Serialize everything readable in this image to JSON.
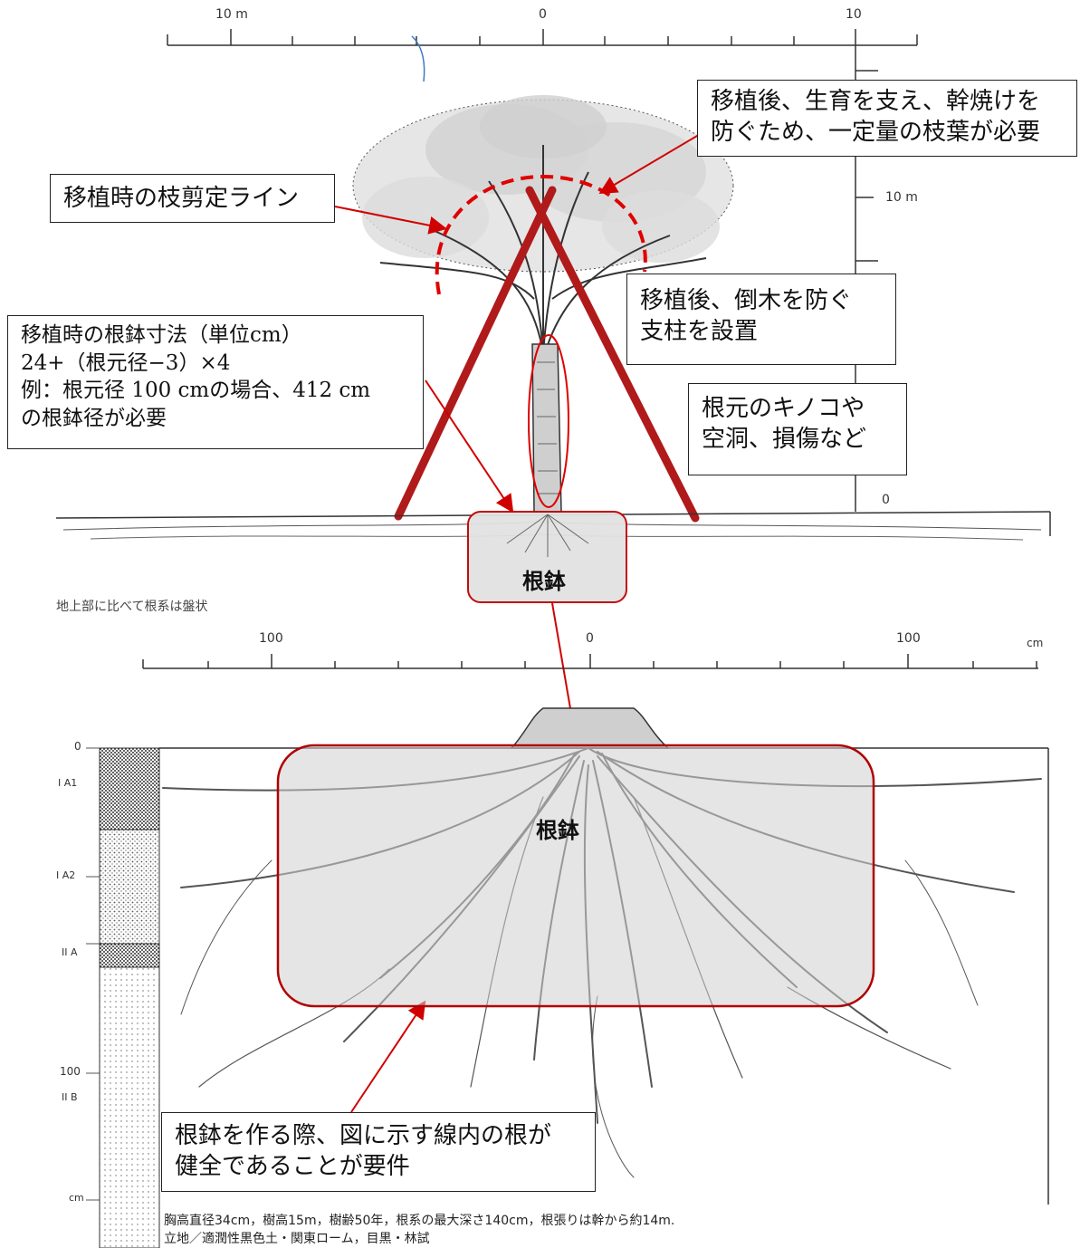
{
  "callouts": {
    "pruning_line": "移植時の枝剪定ライン",
    "foliage": [
      "移植後、生育を支え、幹焼けを",
      "防ぐため、一定量の枝葉が必要"
    ],
    "support": [
      "移植後、倒木を防ぐ",
      "支柱を設置"
    ],
    "rootball_size": [
      "移植時の根鉢寸法（単位cm）",
      "24+（根元径−3）×4",
      "例：根元径 100 cmの場合、412 cm",
      "の根鉢径が必要"
    ],
    "trunk_damage": [
      "根元のキノコや",
      "空洞、損傷など"
    ],
    "requirement": [
      "根鉢を作る際、図に示す線内の根が",
      "健全であることが要件"
    ]
  },
  "rootball_label_top": "根鉢",
  "rootball_label_bottom": "根鉢",
  "top_scale": {
    "left": "10 m",
    "center": "0",
    "right": "10"
  },
  "height_scale": {
    "mid": "10 m",
    "bottom": "0"
  },
  "caption_top": "地上部に比べて根系は盤状",
  "bottom_scale": {
    "left": "100",
    "center": "0",
    "right": "100",
    "unit": "cm"
  },
  "depth_scale": {
    "zero": "0",
    "hundred": "100",
    "unit": "cm"
  },
  "soil_layers": [
    "I A1",
    "I A2",
    "II A",
    "II B"
  ],
  "caption_bottom": [
    "胸高直径34cm，樹高15m，樹齢50年，根系の最大深さ140cm，根張りは幹から約14m.",
    "立地／適潤性黒色土・関東ローム，目黒・林試"
  ],
  "colors": {
    "accent": "#c00000",
    "pole": "#b01a1a",
    "rootball_fill": "#d9d9d9"
  }
}
